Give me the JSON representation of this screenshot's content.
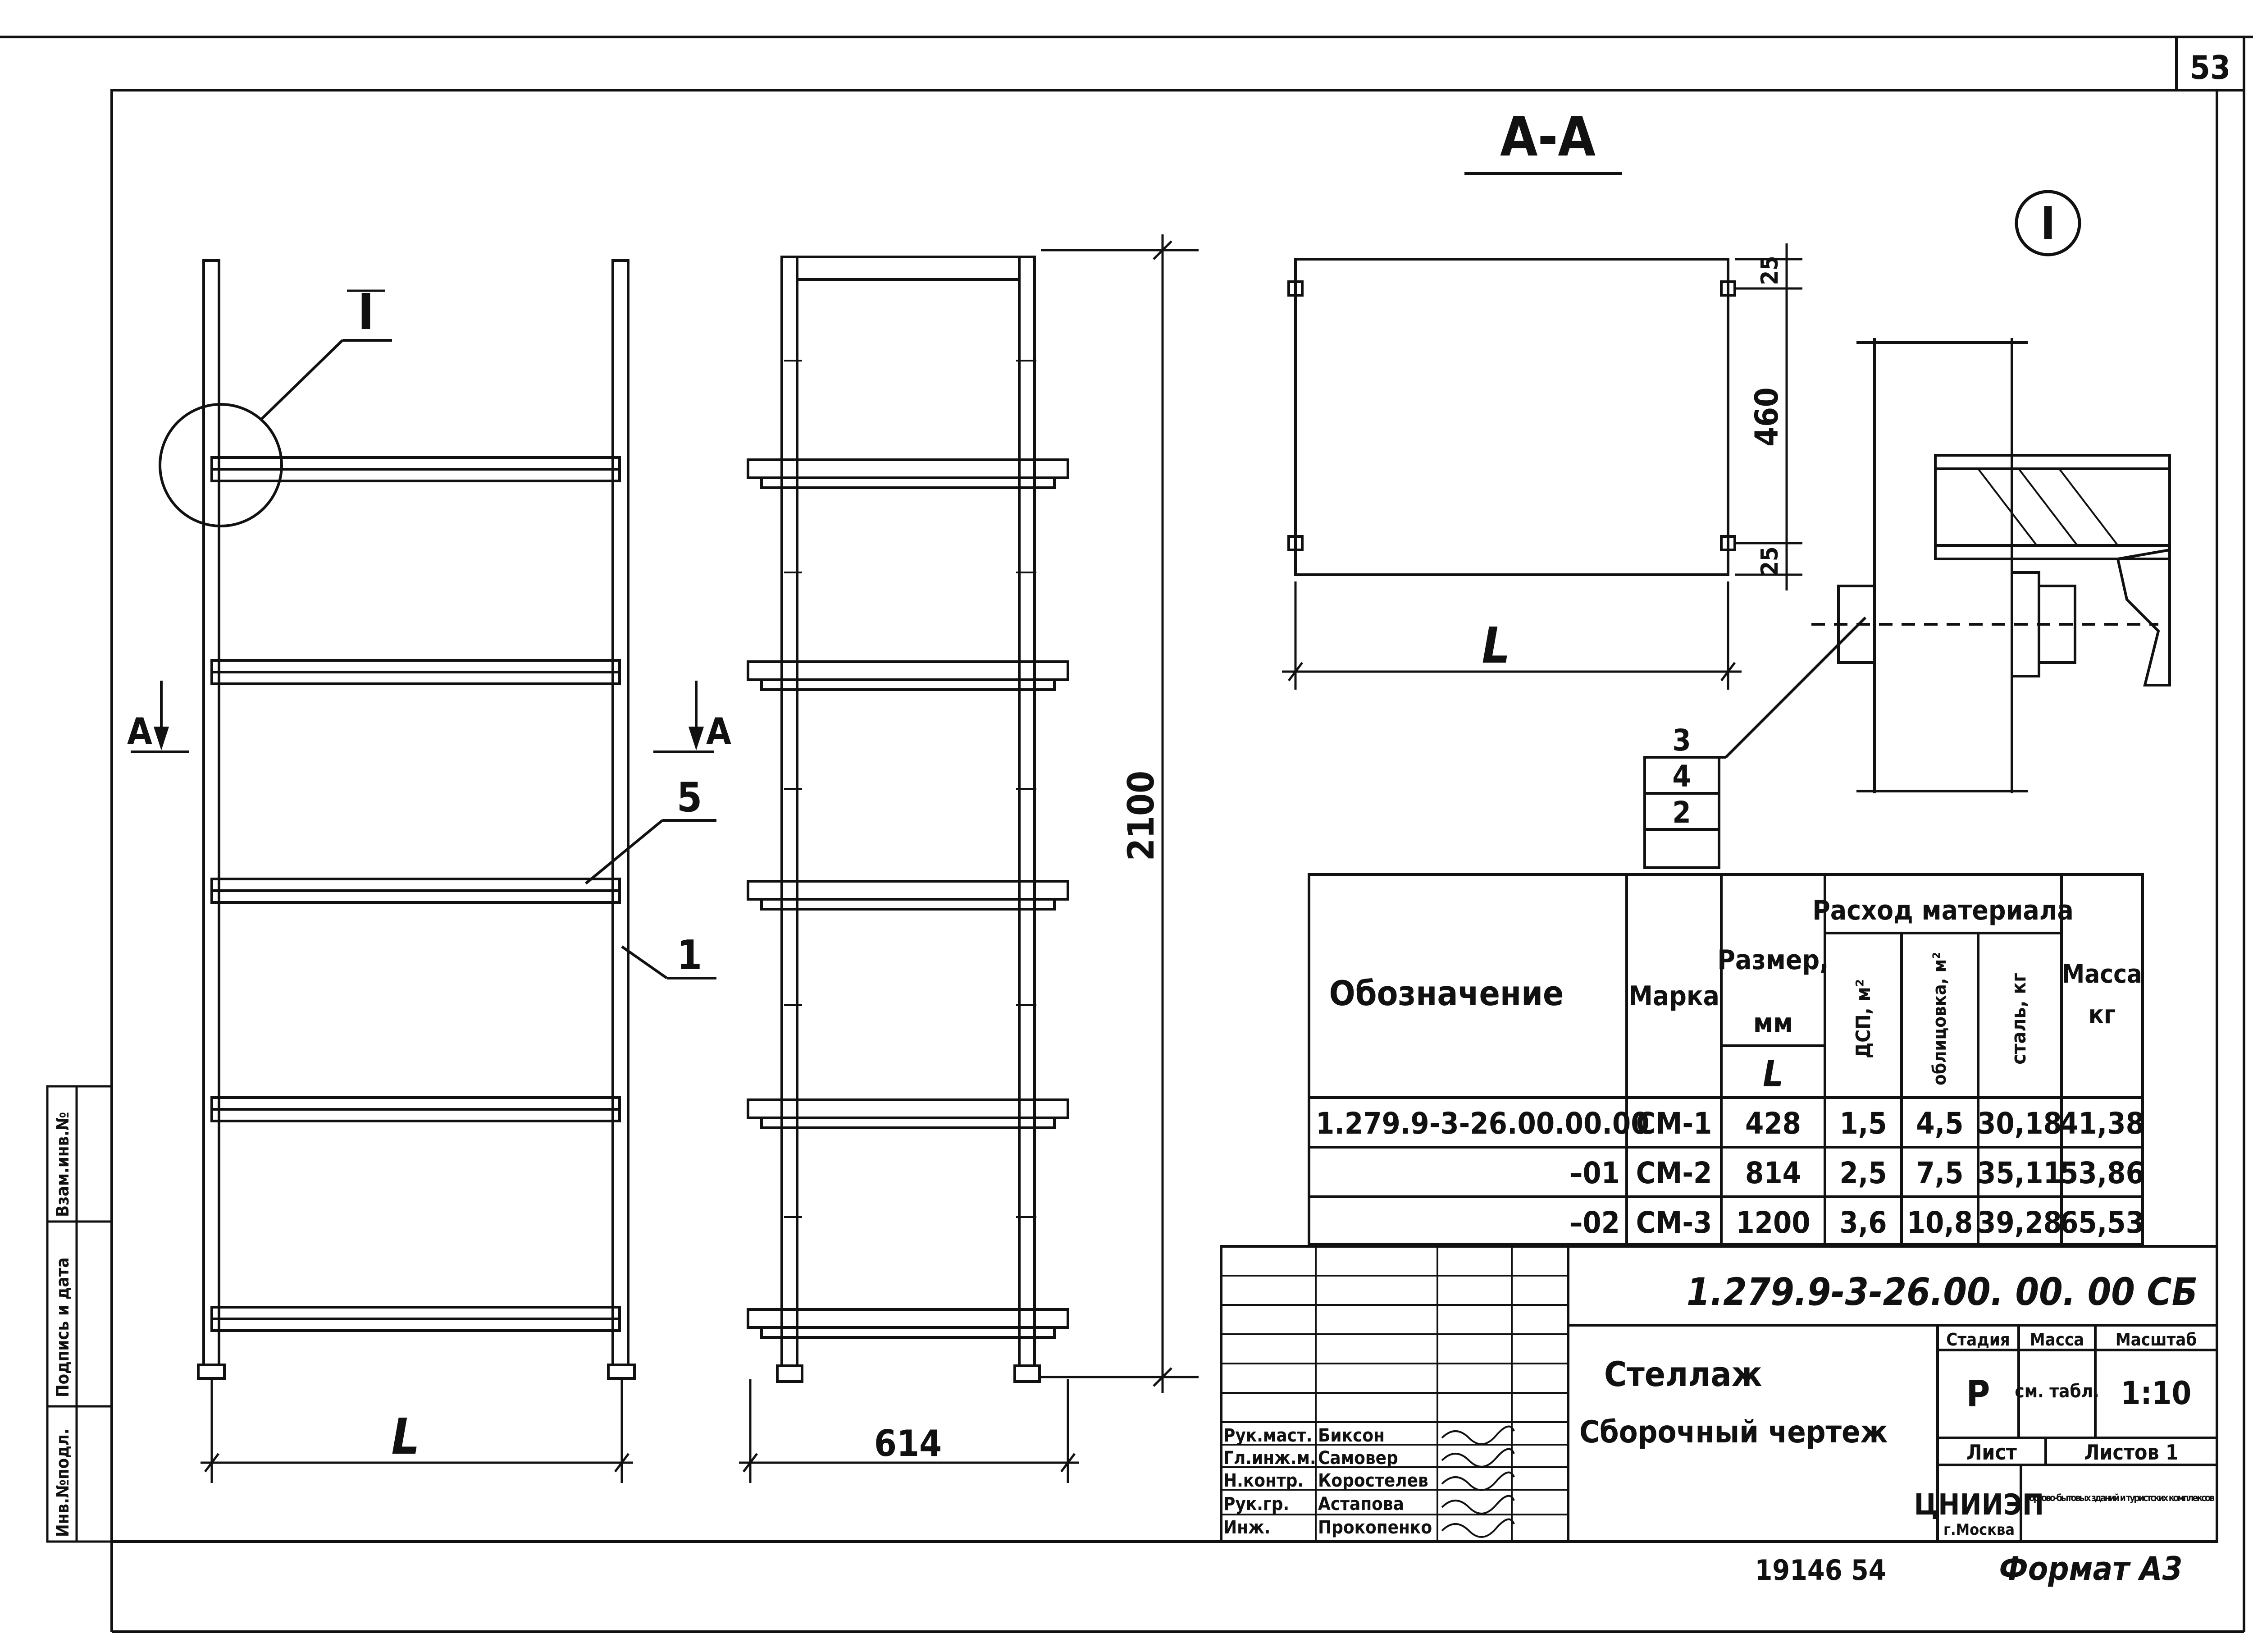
{
  "sheet_number": "53",
  "section_label": "А-А",
  "detail_callout": "I",
  "view_marker": "I",
  "cut_marks": [
    "А",
    "А"
  ],
  "part_refs": {
    "shelf": "5",
    "post": "1",
    "detail_items": [
      "3",
      "4",
      "2"
    ]
  },
  "dimensions": {
    "width_L": "L",
    "depth": "614",
    "height": "2100",
    "section_offset_top": "25",
    "section_depth": "460",
    "section_offset_bottom": "25",
    "section_width": "L"
  },
  "spec_table": {
    "headers": {
      "designation": "Обозначение",
      "mark": "Марка",
      "size": "Размер,",
      "size_unit": "мм",
      "size_var": "L",
      "consumption": "Расход материала",
      "dsp": "ДСП, м²",
      "cladding": "облицовка, м²",
      "steel": "сталь, кг",
      "mass": "Масса",
      "mass_unit": "кг"
    },
    "rows": [
      {
        "designation": "1.279.9-3-26.00.00.00",
        "mark": "СМ-1",
        "size": "428",
        "dsp": "1,5",
        "cladding": "4,5",
        "steel": "30,18",
        "mass": "41,38"
      },
      {
        "designation": "–01",
        "mark": "СМ-2",
        "size": "814",
        "dsp": "2,5",
        "cladding": "7,5",
        "steel": "35,11",
        "mass": "53,86"
      },
      {
        "designation": "–02",
        "mark": "СМ-3",
        "size": "1200",
        "dsp": "3,6",
        "cladding": "10,8",
        "steel": "39,28",
        "mass": "65,53"
      }
    ]
  },
  "title_block": {
    "doc_code": "1.279.9-3-26.00. 00. 00 СБ",
    "name_line1": "Стеллаж",
    "name_line2": "Сборочный чертеж",
    "stage_label": "Стадия",
    "mass_label": "Масса",
    "scale_label": "Масштаб",
    "stage_value": "Р",
    "mass_value": "см. табл.",
    "scale_value": "1:10",
    "sheet_label": "Лист",
    "sheets_label": "Листов 1",
    "org": "ЦНИИЭП",
    "city": "г.Москва",
    "org_desc": "торгово-бытовых зданий и туристских комплексов",
    "signatures": [
      {
        "role": "Рук.маст.",
        "name": "Биксон"
      },
      {
        "role": "Гл.инж.м.",
        "name": "Самовер"
      },
      {
        "role": "Н.контр.",
        "name": "Коростелев"
      },
      {
        "role": "Рук.гр.",
        "name": "Астапова"
      },
      {
        "role": "Инж.",
        "name": "Прокопенко"
      }
    ]
  },
  "side_stamp": [
    "Инв.№подл.",
    "Подпись и дата",
    "Взам.инв.№"
  ],
  "footer_number": "19146 54",
  "format_label": "Формат А3"
}
